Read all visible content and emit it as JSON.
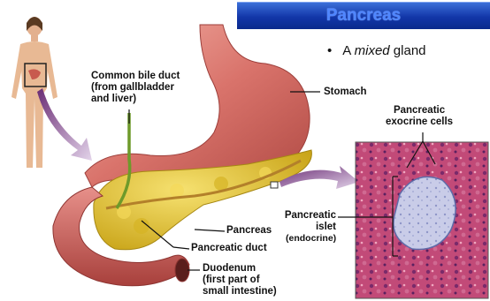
{
  "header": {
    "title": "Pancreas"
  },
  "bullet": {
    "prefix": "A ",
    "emphasis": "mixed",
    "suffix": " gland"
  },
  "labels": {
    "common_bile_duct": "Common bile duct\n(from gallbladder\nand liver)",
    "stomach": "Stomach",
    "exocrine_cells": "Pancreatic\nexocrine cells",
    "pancreatic_islet": "Pancreatic\nislet",
    "endocrine": "(endocrine)",
    "pancreas": "Pancreas",
    "pancreatic_duct": "Pancreatic duct",
    "duodenum": "Duodenum\n(first part of\nsmall intestine)"
  },
  "colors": {
    "title_bar": "#1236a8",
    "title_text": "#4f86ff",
    "stomach": "#d9736b",
    "pancreas": "#e8c532",
    "tissue": "#c24a78",
    "islet": "#c9cce8",
    "arrow": "#8a3d8c"
  }
}
